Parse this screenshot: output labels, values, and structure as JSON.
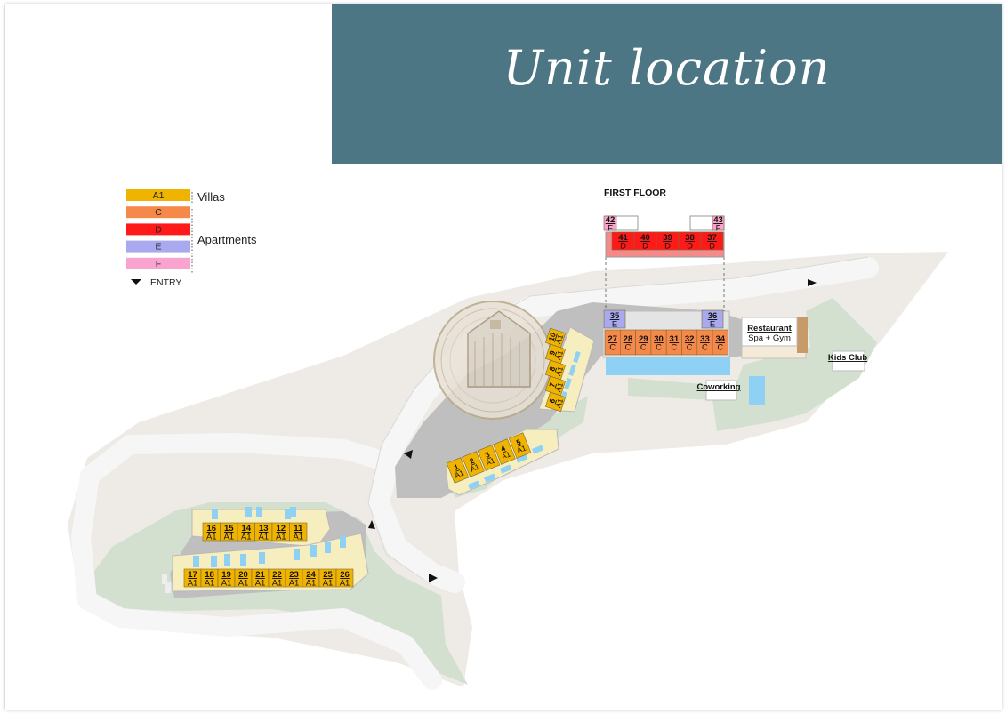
{
  "title": "Unit location",
  "first_floor_heading": "FIRST FLOOR",
  "legend": {
    "items": [
      {
        "code": "A1",
        "color": "#f0b400"
      },
      {
        "code": "C",
        "color": "#f5894a"
      },
      {
        "code": "D",
        "color": "#ff1a1a"
      },
      {
        "code": "E",
        "color": "#a9a9f0"
      },
      {
        "code": "F",
        "color": "#f9a3cf"
      }
    ],
    "group_villas": "Villas",
    "group_apartments": "Apartments",
    "entry_label": "ENTRY"
  },
  "colors": {
    "header": "#4c7683",
    "villa": "#f0b400",
    "apt_c": "#f5894a",
    "apt_d": "#ff1a1a",
    "apt_e": "#a9a9f0",
    "apt_f": "#f9a3cf",
    "land": "#eeebe6",
    "green": "#d5e1d2",
    "road": "#f5f5f5",
    "asphalt": "#bdbdbd",
    "pool": "#8fd0f5"
  },
  "facilities": {
    "restaurant": "Restaurant",
    "spa_gym": "Spa + Gym",
    "kids_club": "Kids Club",
    "coworking": "Coworking"
  },
  "ground_floor_top": [
    {
      "num": "35",
      "type": "E"
    },
    {
      "num": "36",
      "type": "E"
    }
  ],
  "ground_floor_row": [
    {
      "num": "27",
      "type": "C"
    },
    {
      "num": "28",
      "type": "C"
    },
    {
      "num": "29",
      "type": "C"
    },
    {
      "num": "30",
      "type": "C"
    },
    {
      "num": "31",
      "type": "C"
    },
    {
      "num": "32",
      "type": "C"
    },
    {
      "num": "33",
      "type": "C"
    },
    {
      "num": "34",
      "type": "C"
    }
  ],
  "first_floor_corners": [
    {
      "num": "42",
      "type": "F"
    },
    {
      "num": "43",
      "type": "F"
    }
  ],
  "first_floor_row": [
    {
      "num": "41",
      "type": "D"
    },
    {
      "num": "40",
      "type": "D"
    },
    {
      "num": "39",
      "type": "D"
    },
    {
      "num": "38",
      "type": "D"
    },
    {
      "num": "37",
      "type": "D"
    }
  ],
  "villa_column": [
    {
      "num": "10",
      "type": "A1"
    },
    {
      "num": "9",
      "type": "A1"
    },
    {
      "num": "8",
      "type": "A1"
    },
    {
      "num": "7",
      "type": "A1"
    },
    {
      "num": "6",
      "type": "A1"
    }
  ],
  "villa_mid": [
    {
      "num": "1",
      "type": "A1"
    },
    {
      "num": "2",
      "type": "A1"
    },
    {
      "num": "3",
      "type": "A1"
    },
    {
      "num": "4",
      "type": "A1"
    },
    {
      "num": "5",
      "type": "A1"
    }
  ],
  "villa_row_top": [
    {
      "num": "16",
      "type": "A1"
    },
    {
      "num": "15",
      "type": "A1"
    },
    {
      "num": "14",
      "type": "A1"
    },
    {
      "num": "13",
      "type": "A1"
    },
    {
      "num": "12",
      "type": "A1"
    },
    {
      "num": "11",
      "type": "A1"
    }
  ],
  "villa_row_bottom": [
    {
      "num": "17",
      "type": "A1"
    },
    {
      "num": "18",
      "type": "A1"
    },
    {
      "num": "19",
      "type": "A1"
    },
    {
      "num": "20",
      "type": "A1"
    },
    {
      "num": "21",
      "type": "A1"
    },
    {
      "num": "22",
      "type": "A1"
    },
    {
      "num": "23",
      "type": "A1"
    },
    {
      "num": "24",
      "type": "A1"
    },
    {
      "num": "25",
      "type": "A1"
    },
    {
      "num": "26",
      "type": "A1"
    }
  ]
}
